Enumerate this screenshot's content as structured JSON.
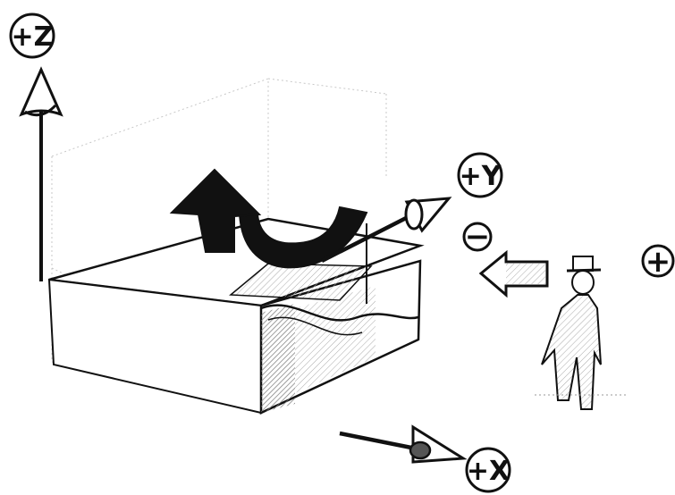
{
  "axes": {
    "z": {
      "label": "+Z"
    },
    "y": {
      "label": "+Y"
    },
    "x": {
      "label": "+X"
    }
  },
  "direction_signs": {
    "negative": "−",
    "positive": "+"
  },
  "icons": {
    "rotation_arrow": "curved-rotation-arrow-icon",
    "direction_arrow": "left-arrow-icon",
    "observer": "stick-figure-with-hat-icon"
  },
  "colors": {
    "ink": "#111111",
    "hatch": "#8a8a8a",
    "shadow": "#bdbdbd",
    "paper": "#ffffff"
  }
}
